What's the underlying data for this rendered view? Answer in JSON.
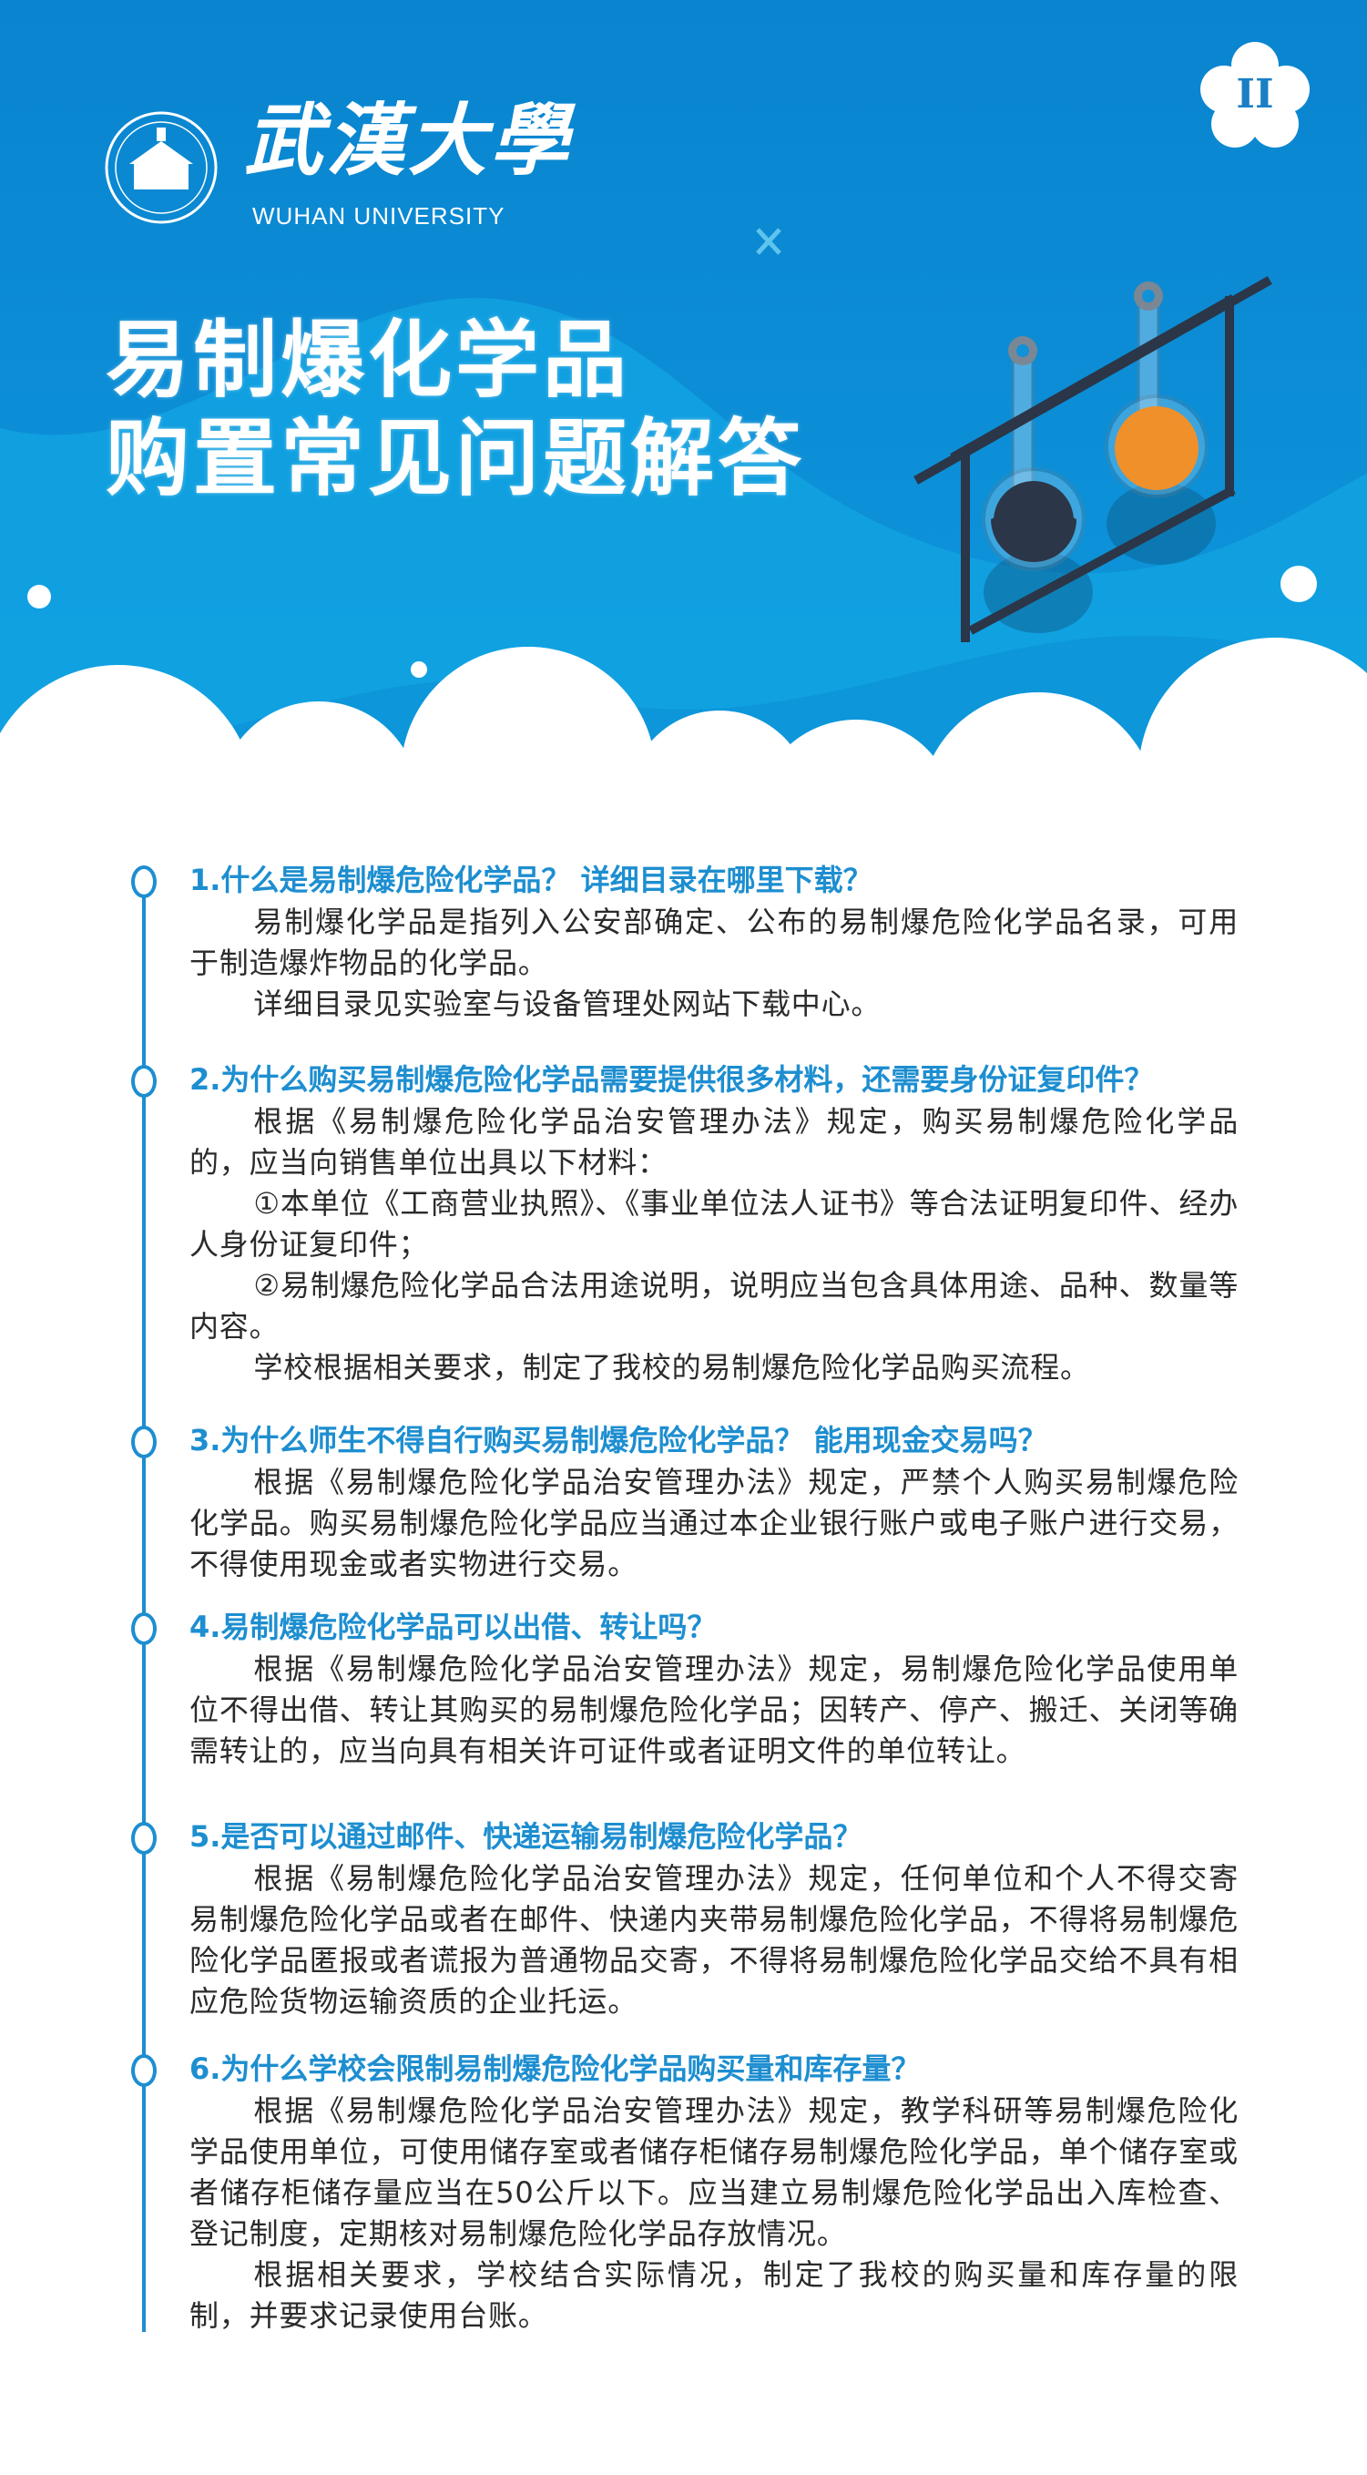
{
  "header": {
    "logo_cn": "武漢大學",
    "logo_en": "WUHAN UNIVERSITY",
    "badge": "II",
    "title_line1": "易制爆化学品",
    "title_line2": "购置常见问题解答"
  },
  "qa": [
    {
      "question": "1.什么是易制爆危险化学品？ 详细目录在哪里下载？",
      "paragraphs": [
        "易制爆化学品是指列入公安部确定、公布的易制爆危险化学品名录，可用于制造爆炸物品的化学品。",
        "详细目录见实验室与设备管理处网站下载中心。"
      ]
    },
    {
      "question": "2.为什么购买易制爆危险化学品需要提供很多材料，还需要身份证复印件？",
      "paragraphs": [
        "根据《易制爆危险化学品治安管理办法》规定，购买易制爆危险化学品的，应当向销售单位出具以下材料：",
        "①本单位《工商营业执照》、《事业单位法人证书》等合法证明复印件、经办人身份证复印件；",
        "②易制爆危险化学品合法用途说明，说明应当包含具体用途、品种、数量等内容。",
        "学校根据相关要求，制定了我校的易制爆危险化学品购买流程。"
      ]
    },
    {
      "question": "3.为什么师生不得自行购买易制爆危险化学品？ 能用现金交易吗？",
      "paragraphs": [
        "根据《易制爆危险化学品治安管理办法》规定，严禁个人购买易制爆危险化学品。购买易制爆危险化学品应当通过本企业银行账户或电子账户进行交易，不得使用现金或者实物进行交易。"
      ]
    },
    {
      "question": "4.易制爆危险化学品可以出借、转让吗？",
      "paragraphs": [
        "根据《易制爆危险化学品治安管理办法》规定，易制爆危险化学品使用单位不得出借、转让其购买的易制爆危险化学品；因转产、停产、搬迁、关闭等确需转让的，应当向具有相关许可证件或者证明文件的单位转让。"
      ]
    },
    {
      "question": "5.是否可以通过邮件、快递运输易制爆危险化学品？",
      "paragraphs": [
        "根据《易制爆危险化学品治安管理办法》规定，任何单位和个人不得交寄易制爆危险化学品或者在邮件、快递内夹带易制爆危险化学品，不得将易制爆危险化学品匿报或者谎报为普通物品交寄，不得将易制爆危险化学品交给不具有相应危险货物运输资质的企业托运。"
      ]
    },
    {
      "question": "6.为什么学校会限制易制爆危险化学品购买量和库存量？",
      "paragraphs": [
        "根据《易制爆危险化学品治安管理办法》规定，教学科研等易制爆危险化学品使用单位，可使用储存室或者储存柜储存易制爆危险化学品，单个储存室或者储存柜储存量应当在50公斤以下。应当建立易制爆危险化学品出入库检查、登记制度，定期核对易制爆危险化学品存放情况。",
        "根据相关要求，学校结合实际情况，制定了我校的购买量和库存量的限制，并要求记录使用台账。"
      ]
    }
  ],
  "colors": {
    "accent": "#1d8ed0",
    "header_blue": "#0a8ad4",
    "text": "#2a2a2a",
    "flask_orange": "#f0902a",
    "flask_dark": "#2b3648"
  }
}
